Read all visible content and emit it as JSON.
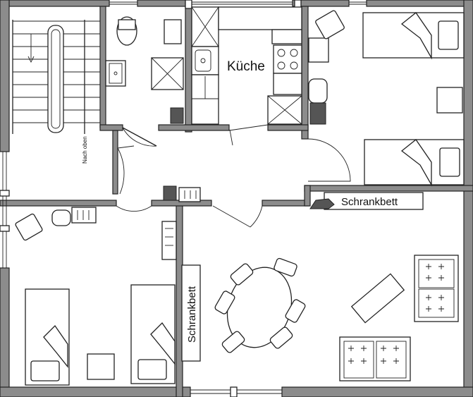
{
  "labels": {
    "kitchen": "Küche",
    "murphy_bed_right": "Schrankbett",
    "murphy_bed_left": "Schrankbett",
    "stairs_up": "Nach oben"
  },
  "colors": {
    "wall": "#8c8c8c",
    "line": "#222222",
    "background": "#ffffff"
  }
}
